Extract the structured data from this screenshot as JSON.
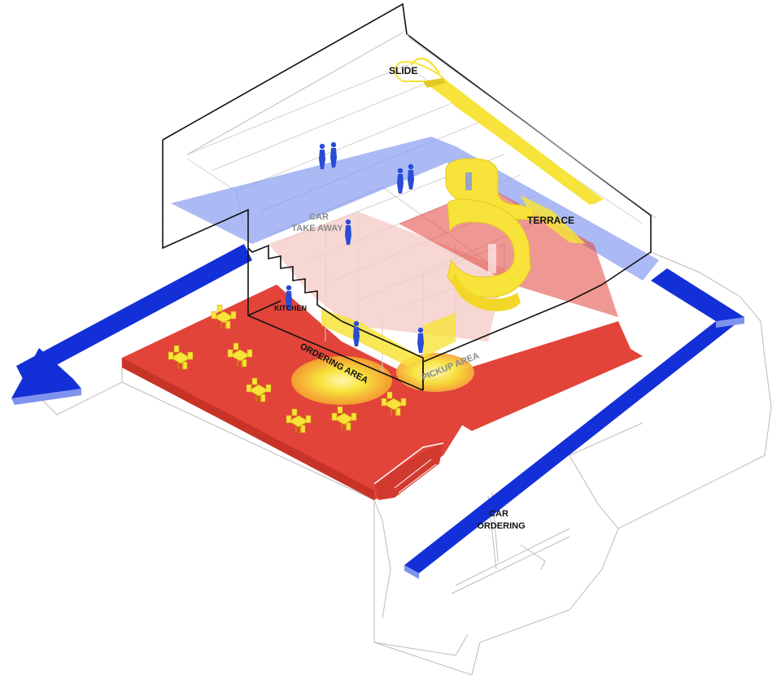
{
  "labels": {
    "slide": "SLIDE",
    "terrace": "TERRACE",
    "car_take_away_1": "CAR",
    "car_take_away_2": "TAKE AWAY",
    "kitchen": "KITCHEN",
    "ordering_area": "ORDERING AREA",
    "pickup_area": "PICKUP AREA",
    "car_ordering_1": "CAR",
    "car_ordering_2": "ORDERING"
  },
  "colors": {
    "red_zone": "#E2443A",
    "blue_route": "#1330D8",
    "blue_light": "#7E93EE",
    "yellow": "#F7E33A",
    "orange_glow": "#F39A2E",
    "line": "#111111",
    "gray_line": "#BBBBBB",
    "pale_red": "#F4C9C4"
  },
  "icons": {
    "table": "cafe-table-set-icon",
    "person": "person-figure-icon"
  }
}
